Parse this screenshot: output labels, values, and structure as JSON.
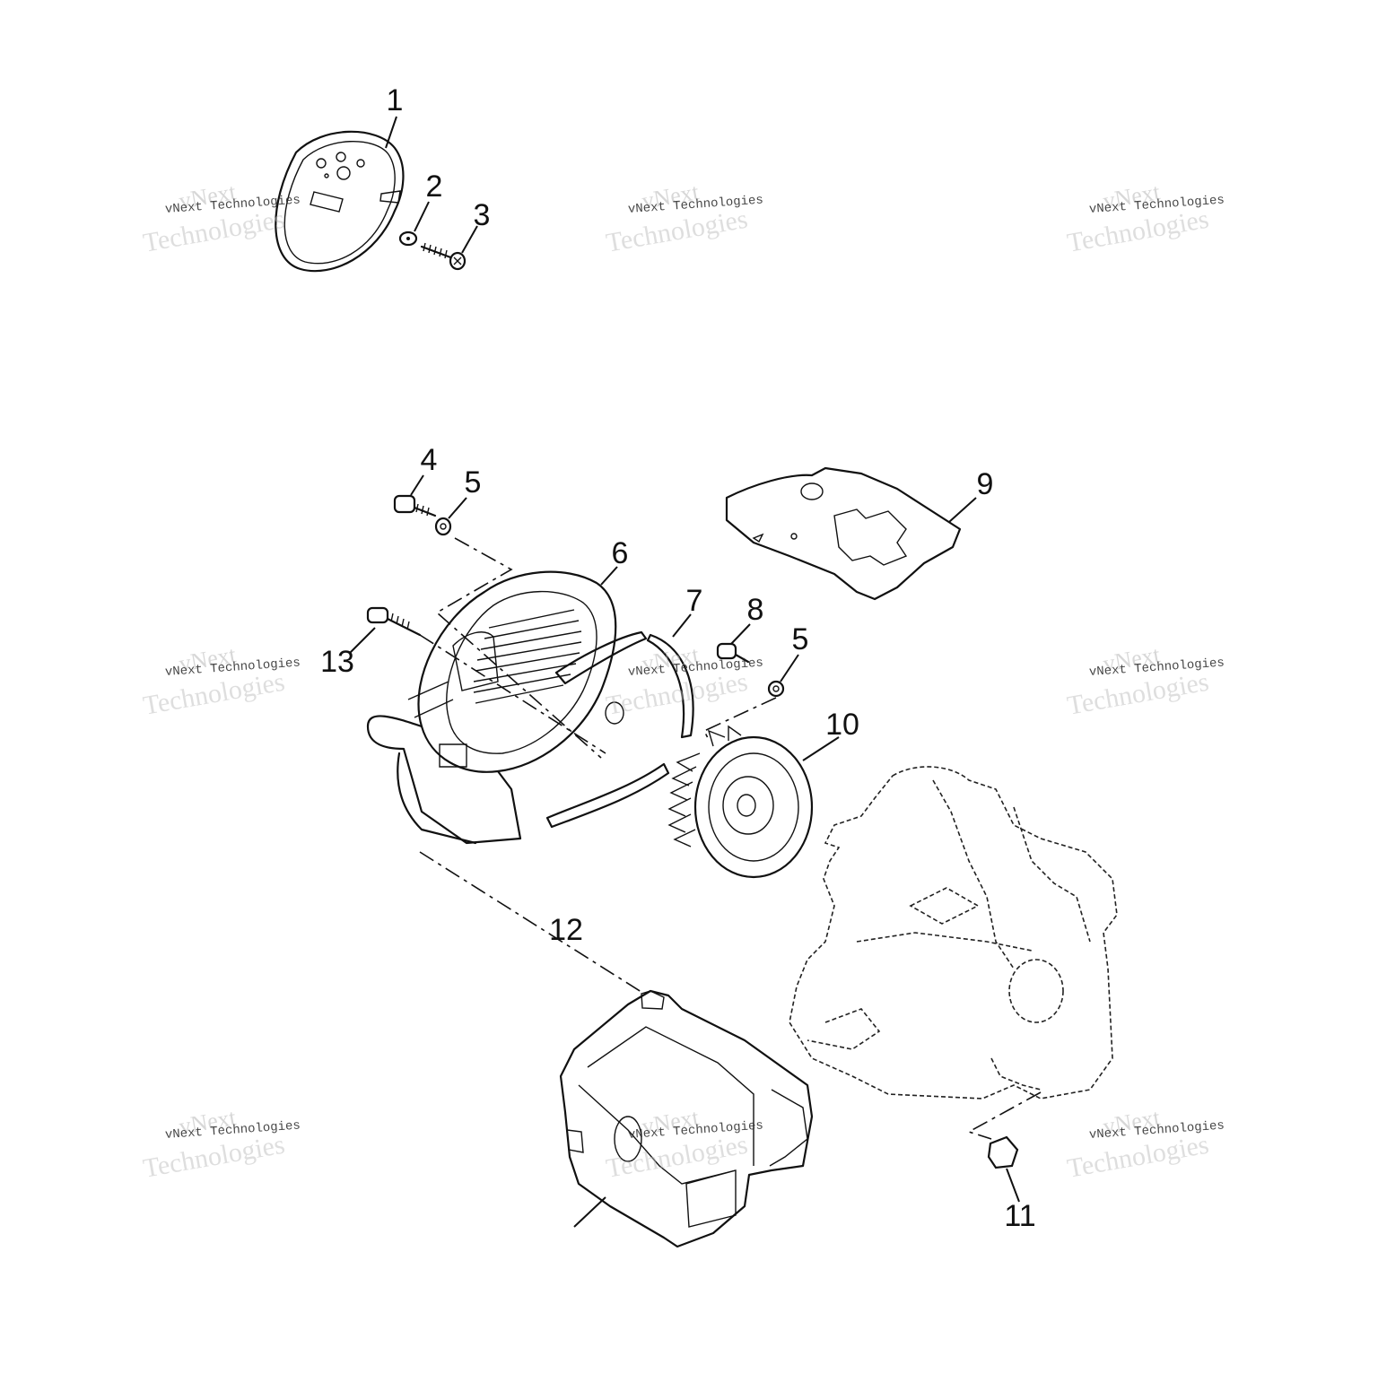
{
  "diagram": {
    "callouts": [
      {
        "id": "c1",
        "text": "1"
      },
      {
        "id": "c2",
        "text": "2"
      },
      {
        "id": "c3",
        "text": "3"
      },
      {
        "id": "c4",
        "text": "4"
      },
      {
        "id": "c5a",
        "text": "5"
      },
      {
        "id": "c6",
        "text": "6"
      },
      {
        "id": "c7",
        "text": "7"
      },
      {
        "id": "c8",
        "text": "8"
      },
      {
        "id": "c5b",
        "text": "5"
      },
      {
        "id": "c9",
        "text": "9"
      },
      {
        "id": "c10",
        "text": "10"
      },
      {
        "id": "c11",
        "text": "11"
      },
      {
        "id": "c12",
        "text": "12"
      },
      {
        "id": "c13",
        "text": "13"
      }
    ],
    "watermark": {
      "line_a": "vNext",
      "line_b": "vNext Technologies",
      "line_c": "Technologies"
    }
  }
}
